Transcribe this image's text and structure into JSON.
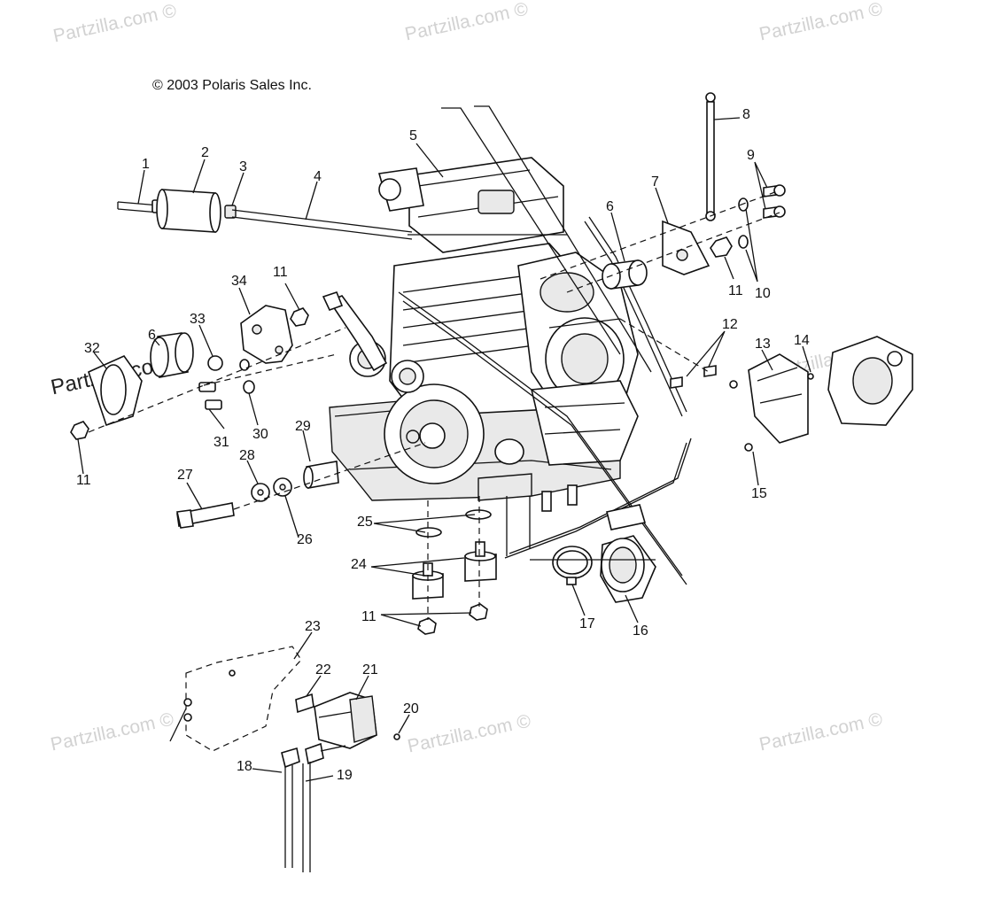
{
  "copyright": "© 2003 Polaris Sales Inc.",
  "watermark_text": "Partzilla.com ©",
  "watermark_prominent": "Partzilla.com ©",
  "callouts": [
    "1",
    "2",
    "3",
    "4",
    "5",
    "6",
    "7",
    "8",
    "9",
    "10",
    "11",
    "12",
    "13",
    "14",
    "15",
    "16",
    "17",
    "18",
    "19",
    "20",
    "21",
    "22",
    "23",
    "24",
    "25",
    "26",
    "27",
    "28",
    "29",
    "30",
    "31",
    "32",
    "33",
    "34",
    "6",
    "11",
    "11",
    "11",
    "11"
  ],
  "colors": {
    "ink": "#111111",
    "watermark": "#d2d2d2",
    "paper": "#ffffff"
  }
}
